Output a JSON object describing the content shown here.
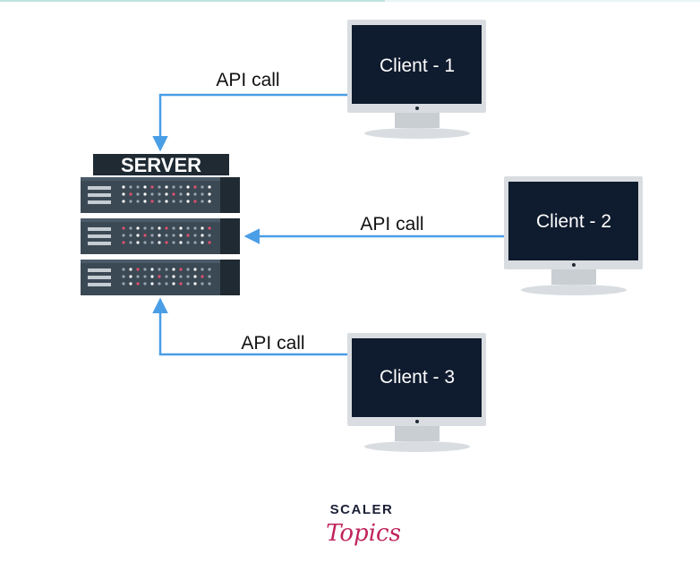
{
  "server": {
    "label": "SERVER"
  },
  "clients": [
    {
      "label": "Client - 1"
    },
    {
      "label": "Client - 2"
    },
    {
      "label": "Client - 3"
    }
  ],
  "connections": [
    {
      "label": "API call",
      "from": "Client - 1",
      "to": "SERVER"
    },
    {
      "label": "API call",
      "from": "Client - 2",
      "to": "SERVER"
    },
    {
      "label": "API call",
      "from": "Client - 3",
      "to": "SERVER"
    }
  ],
  "branding": {
    "line1": "SCALER",
    "line2": "Topics"
  },
  "colors": {
    "arrow": "#4a9ee6",
    "monitor_screen": "#0f1b2e",
    "monitor_frame": "#d9dde1",
    "server_body": "#3b4955",
    "server_dark": "#1f2a33",
    "brand_pink": "#c0245c"
  }
}
